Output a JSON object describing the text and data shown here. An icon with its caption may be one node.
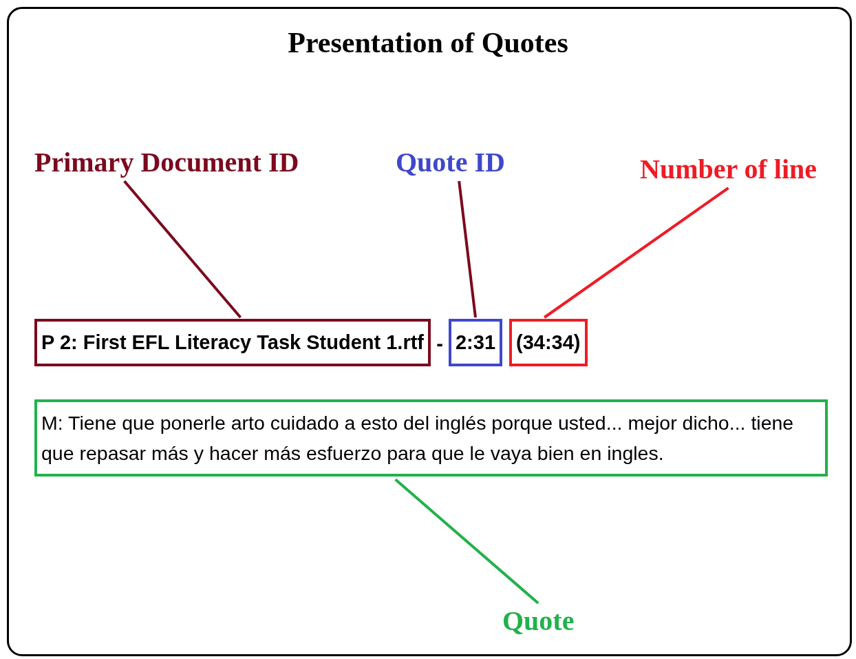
{
  "diagram": {
    "title": "Presentation of Quotes",
    "nodes": [
      {
        "text": [
          "Primary Document ID"
        ]
      },
      {
        "text": [
          "Quote ID"
        ]
      },
      {
        "text": [
          "Number of line"
        ]
      },
      {
        "text": [
          "P 2: First EFL Literacy Task Student 1.rtf"
        ]
      },
      {
        "text": [
          "2:31"
        ]
      },
      {
        "text": [
          "(34:34)"
        ]
      },
      {
        "text": [
          "M: Tiene que ponerle arto cuidado a esto del inglés porque usted... mejor dicho... tiene que repasar más y hacer más esfuerzo para que le vaya bien en ingles."
        ]
      },
      {
        "text": [
          "Quote"
        ]
      }
    ],
    "edges": [
      {
        "from": 0,
        "to": 3,
        "arrow": "none",
        "color": "#7b0a1e"
      },
      {
        "from": 1,
        "to": 4,
        "arrow": "none",
        "color": "#7b0a1e"
      },
      {
        "from": 2,
        "to": 5,
        "arrow": "none",
        "color": "#ee1c25"
      },
      {
        "from": 7,
        "to": 6,
        "arrow": "none",
        "color": "#22b14c"
      }
    ],
    "labels": [
      "-"
    ]
  }
}
